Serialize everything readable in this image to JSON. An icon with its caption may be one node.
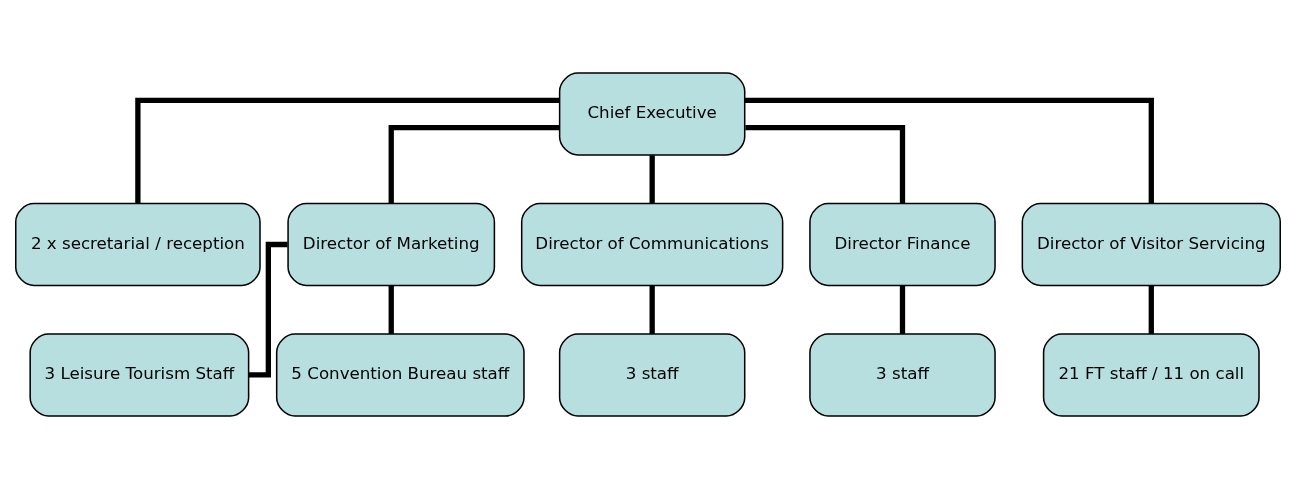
{
  "diagram": {
    "nodes": [
      {
        "text": [
          "Chief Executive"
        ]
      },
      {
        "text": [
          "2 x secretarial / reception"
        ]
      },
      {
        "text": [
          "Director of Marketing"
        ]
      },
      {
        "text": [
          "Director of Communications"
        ]
      },
      {
        "text": [
          "Director Finance"
        ]
      },
      {
        "text": [
          "Director of Visitor Servicing"
        ]
      },
      {
        "text": [
          "3 Leisure Tourism Staff"
        ]
      },
      {
        "text": [
          "5 Convention Bureau staff"
        ]
      },
      {
        "text": [
          "3 staff"
        ]
      },
      {
        "text": [
          "3 staff"
        ]
      },
      {
        "text": [
          "21 FT staff / 11 on call"
        ]
      }
    ],
    "edges": [
      {
        "from": 0,
        "to": 1,
        "arrow": "none"
      },
      {
        "from": 0,
        "to": 2,
        "arrow": "none"
      },
      {
        "from": 0,
        "to": 3,
        "arrow": "none"
      },
      {
        "from": 0,
        "to": 4,
        "arrow": "none"
      },
      {
        "from": 0,
        "to": 5,
        "arrow": "none"
      },
      {
        "from": 2,
        "to": 6,
        "arrow": "none"
      },
      {
        "from": 2,
        "to": 7,
        "arrow": "none"
      },
      {
        "from": 3,
        "to": 8,
        "arrow": "none"
      },
      {
        "from": 4,
        "to": 9,
        "arrow": "none"
      },
      {
        "from": 5,
        "to": 10,
        "arrow": "none"
      }
    ]
  }
}
